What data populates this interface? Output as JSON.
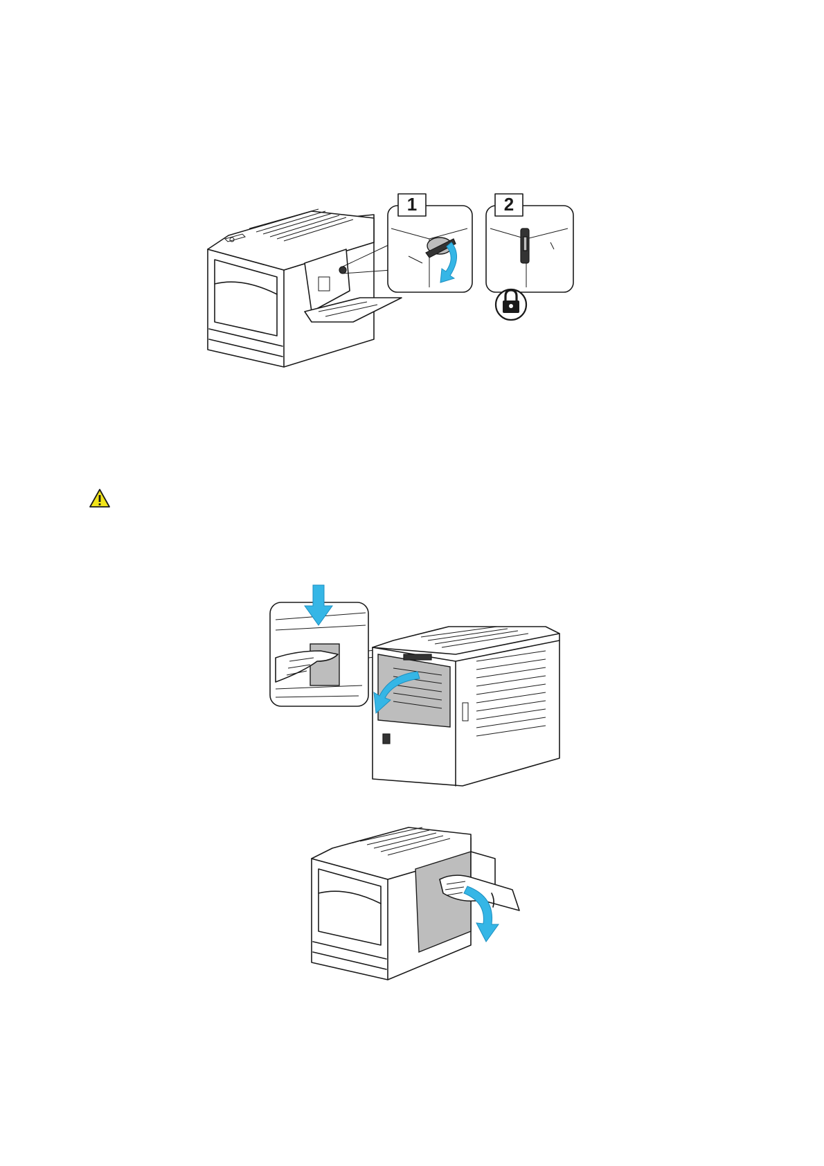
{
  "figure_1": {
    "callouts": [
      {
        "number": "1",
        "icon": "lever-rotate-arrow"
      },
      {
        "number": "2",
        "icon": "lock-icon"
      }
    ]
  },
  "caution": {
    "icon": "warning-triangle-icon"
  },
  "colors": {
    "arrow": "#35b6e6",
    "warning": "#f2e51a",
    "shaded_part": "#bdbdbd"
  }
}
